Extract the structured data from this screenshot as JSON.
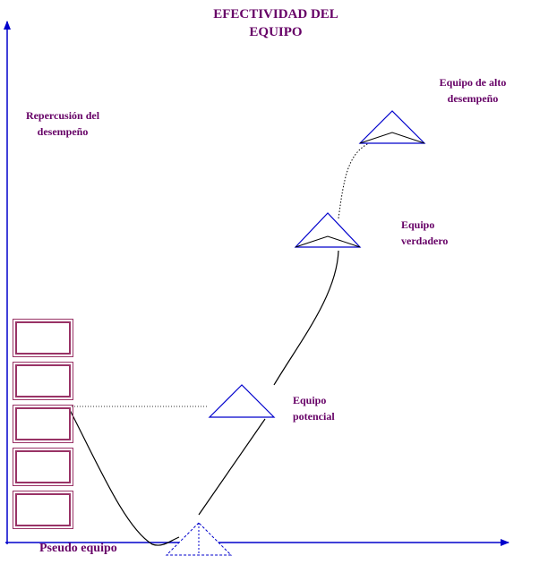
{
  "title": {
    "line1": "EFECTIVIDAD DEL",
    "line2": "EQUIPO"
  },
  "y_axis_label": {
    "line1": "Repercusión del",
    "line2": "desempeño"
  },
  "stages": {
    "pseudo": "Pseudo equipo",
    "potential": {
      "line1": "Equipo",
      "line2": "potencial"
    },
    "real": {
      "line1": "Equipo",
      "line2": "verdadero"
    },
    "high": {
      "line1": "Equipo de alto",
      "line2": "desempeño"
    }
  },
  "colors": {
    "text": "#660066",
    "axis": "#0000cc",
    "triangle": "#0000cc",
    "curve": "#000000",
    "box_border": "#993366"
  },
  "performance_boxes_count": 5
}
